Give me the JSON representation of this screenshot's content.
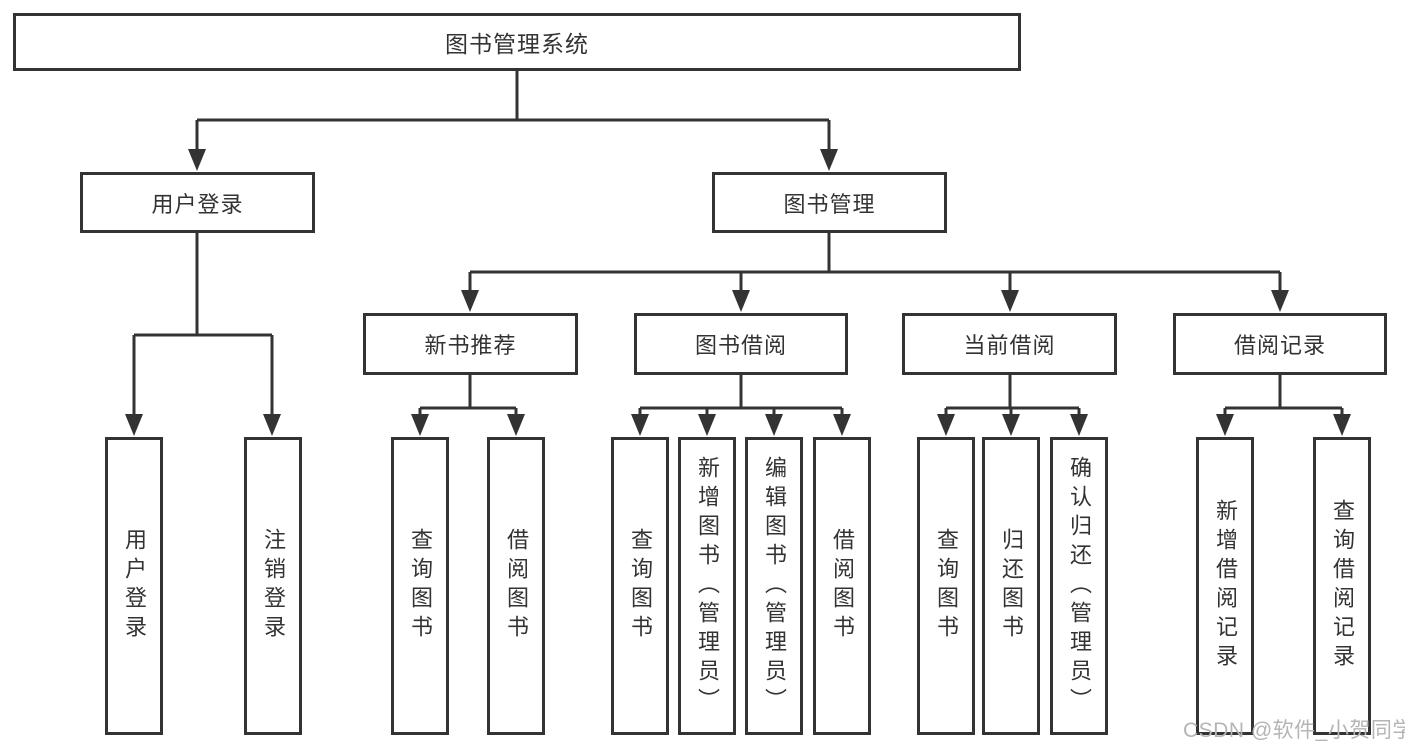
{
  "diagram": {
    "tree": {
      "label": "图书管理系统",
      "children": [
        {
          "label": "用户登录",
          "children": [
            {
              "label": "用户登录"
            },
            {
              "label": "注销登录"
            }
          ]
        },
        {
          "label": "图书管理",
          "children": [
            {
              "label": "新书推荐",
              "children": [
                {
                  "label": "查询图书"
                },
                {
                  "label": "借阅图书"
                }
              ]
            },
            {
              "label": "图书借阅",
              "children": [
                {
                  "label": "查询图书"
                },
                {
                  "label": "新增图书（管理员）"
                },
                {
                  "label": "编辑图书（管理员）"
                },
                {
                  "label": "借阅图书"
                }
              ]
            },
            {
              "label": "当前借阅",
              "children": [
                {
                  "label": "查询图书"
                },
                {
                  "label": "归还图书"
                },
                {
                  "label": "确认归还（管理员）"
                }
              ]
            },
            {
              "label": "借阅记录",
              "children": [
                {
                  "label": "新增借阅记录"
                },
                {
                  "label": "查询借阅记录"
                }
              ]
            }
          ]
        }
      ]
    }
  },
  "watermark": {
    "text": "CSDN @软件_小贺同学"
  },
  "colors": {
    "line": "#333333",
    "text": "#333333",
    "box_border": "#333333",
    "background": "#ffffff",
    "watermark": "#b5b5b5"
  }
}
